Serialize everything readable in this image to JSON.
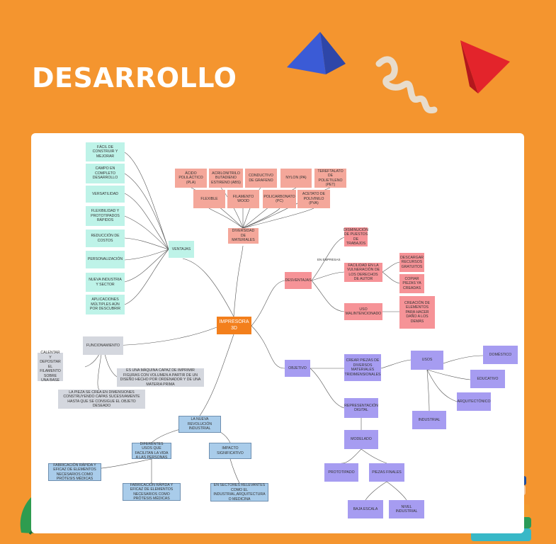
{
  "header": {
    "title": "DESARROLLO"
  },
  "map": {
    "center": "IMPRESORA 3D",
    "ventajas": {
      "label": "VENTAJAS",
      "items": [
        "FÁCIL DE CONSTRUIR Y MEJORAR",
        "CAMPO EN COMPLETO DESARROLLO",
        "VERSATILIDAD",
        "FLEXIBILIDAD Y PROTOTIPADOS RÁPIDOS",
        "REDUCCIÓN DE COSTOS",
        "PERSONALIZACIÓN",
        "NUEVA INDUSTRIA Y SECTOR",
        "APLICACIONES MÚLTIPLES AÚN POR DESCUBRIR"
      ]
    },
    "materiales": {
      "label": "DIVERSIDAD DE MATERIALES",
      "row1": [
        "ÁCIDO POLILÁCTICO (PLA)",
        "ACRILONITRILO BUTADIENO ESTIRENO (ABS)",
        "CONDUCTIVO DE GRAFENO",
        "NYLON (PA)",
        "TEREFTALATO DE POLIETILENO (PET)"
      ],
      "row2": [
        "FLEXIBLE",
        "FILAMENTO WOOD",
        "POLICARBONATO (PC)",
        "ACETATO DE POLIVINILO (PVA)"
      ]
    },
    "desventajas": {
      "label": "DESVENTAJAS",
      "en_empresas": "EN EMPRESAS",
      "disminucion": "DISMINUCIÓN DE PUESTOS DE TRABAJOS",
      "facilidad": "FACILIDAD EN LA VULNERACIÓN DE LOS DERECHOS DE AUTOR",
      "descargar": "DESCARGAR RECURSOS GRATUITOS",
      "copiar": "COPIAR PIEZAS YA CREADAS",
      "uso": "USO MALINTENCIONADO",
      "creacion": "CREACIÓN DE ELEMENTOS PARA HACER DAÑO A LOS DEMÁS"
    },
    "objetivo": {
      "label": "OBJETIVO",
      "crear": "CREAR PIEZAS DE DIVERSOS MATERIALES TRIDIMENSIONALES",
      "usos": "USOS",
      "domestico": "DOMÉSTICO",
      "educativo": "EDUCATIVO",
      "arquitectonico": "ARQUITECTÓNICO",
      "industrial": "INDUSTRIAL",
      "representacion": "REPRESENTACIÓN DIGITAL",
      "modelado": "MODELADO",
      "prototipado": "PROTOTIPADO",
      "piezas_finales": "PIEZAS FINALES",
      "baja_escala": "BAJA ESCALA",
      "nivel_industrial": "NIVEL INDUSTRIAL"
    },
    "funcionamiento": {
      "label": "FUNCIONAMIENTO",
      "calentar": "CALENTAR Y DEPOSITAR EL FILAMENTO SOBRE UNA BASE",
      "maquina": "ES UNA MÁQUINA CAPAZ DE IMPRIMIR FIGURAS CON VOLUMEN A PARTIR DE UN DISEÑO HECHO POR ORDENADOR Y DE UNA MATERIA PRIMA",
      "pieza": "LA PIEZA SE CREA EN DIMENSIONES CONSTRUYENDO CAPAS SUCESIVAMENTE HASTA QUE SE CONSIGUE EL OBJETO DESEADO"
    },
    "revolucion": {
      "label": "LA NUEVA REVOLUCIÓN INDUSTRIAL",
      "usos": "DIFERENTES USOS QUE FACILITAN LA VIDA A LAS PERSONAS",
      "impacto": "IMPACTO SIGNIFICATIVO",
      "fab1": "FABRICACIÓN RÁPIDA Y EFICAZ DE ELEMENTOS NECESARIOS COMO PRÓTESIS MÉDICAS",
      "fab2": "FABRICACIÓN RÁPIDA Y EFICAZ DE ELEMENTOS NECESARIOS COMO PRÓTESIS MÉDICAS",
      "sectores": "EN SECTORES RELEVANTES COMO EL INDUSTRIAL,ARQUITECTURA O MEDICINA"
    }
  },
  "colors": {
    "background": "#F4952F",
    "center": "#F37F1C",
    "ventajas": "#BEF3E8",
    "materiales": "#F4A79A",
    "desventajas": "#F69397",
    "objetivo": "#A69CF1",
    "revolucion": "#A9CCEA",
    "funcionamiento": "#D4D7DE"
  },
  "decorations": [
    "blue-pyramid-icon",
    "squiggle-icon",
    "red-cone-icon",
    "green-half-circle-icon",
    "books-apple-icon"
  ]
}
